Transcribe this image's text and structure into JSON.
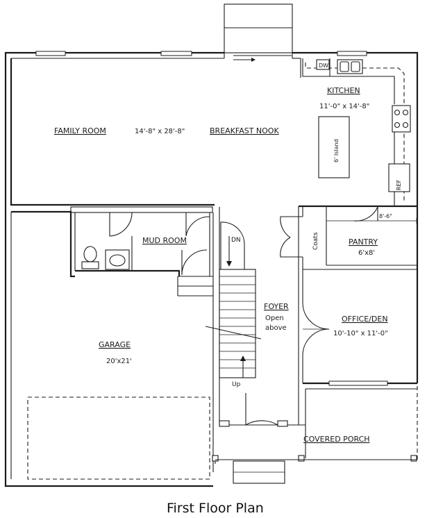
{
  "plan_title": "First Floor Plan",
  "rooms": {
    "family_room": {
      "name": "FAMILY ROOM",
      "size": "14'-8\" x 28'-8\""
    },
    "breakfast_nook": {
      "name": "BREAKFAST NOOK"
    },
    "kitchen": {
      "name": "KITCHEN",
      "size": "11'-0\" x 14'-8\""
    },
    "island": {
      "name": "6' Island"
    },
    "dishwasher": {
      "name": "DW"
    },
    "refrigerator": {
      "name": "REF"
    },
    "coats": {
      "name": "Coats"
    },
    "pantry": {
      "name": "PANTRY",
      "size": "6'x8'",
      "dimension": "8'-6\""
    },
    "mud_room": {
      "name": "MUD ROOM"
    },
    "stairs": {
      "down": "DN",
      "up": "Up"
    },
    "foyer": {
      "name": "FOYER",
      "note_line1": "Open",
      "note_line2": "above"
    },
    "office": {
      "name": "OFFICE/DEN",
      "size": "10'-10\" x 11'-0\""
    },
    "garage": {
      "name": "GARAGE",
      "size": "20'x21'"
    },
    "porch": {
      "name": "COVERED PORCH"
    }
  }
}
